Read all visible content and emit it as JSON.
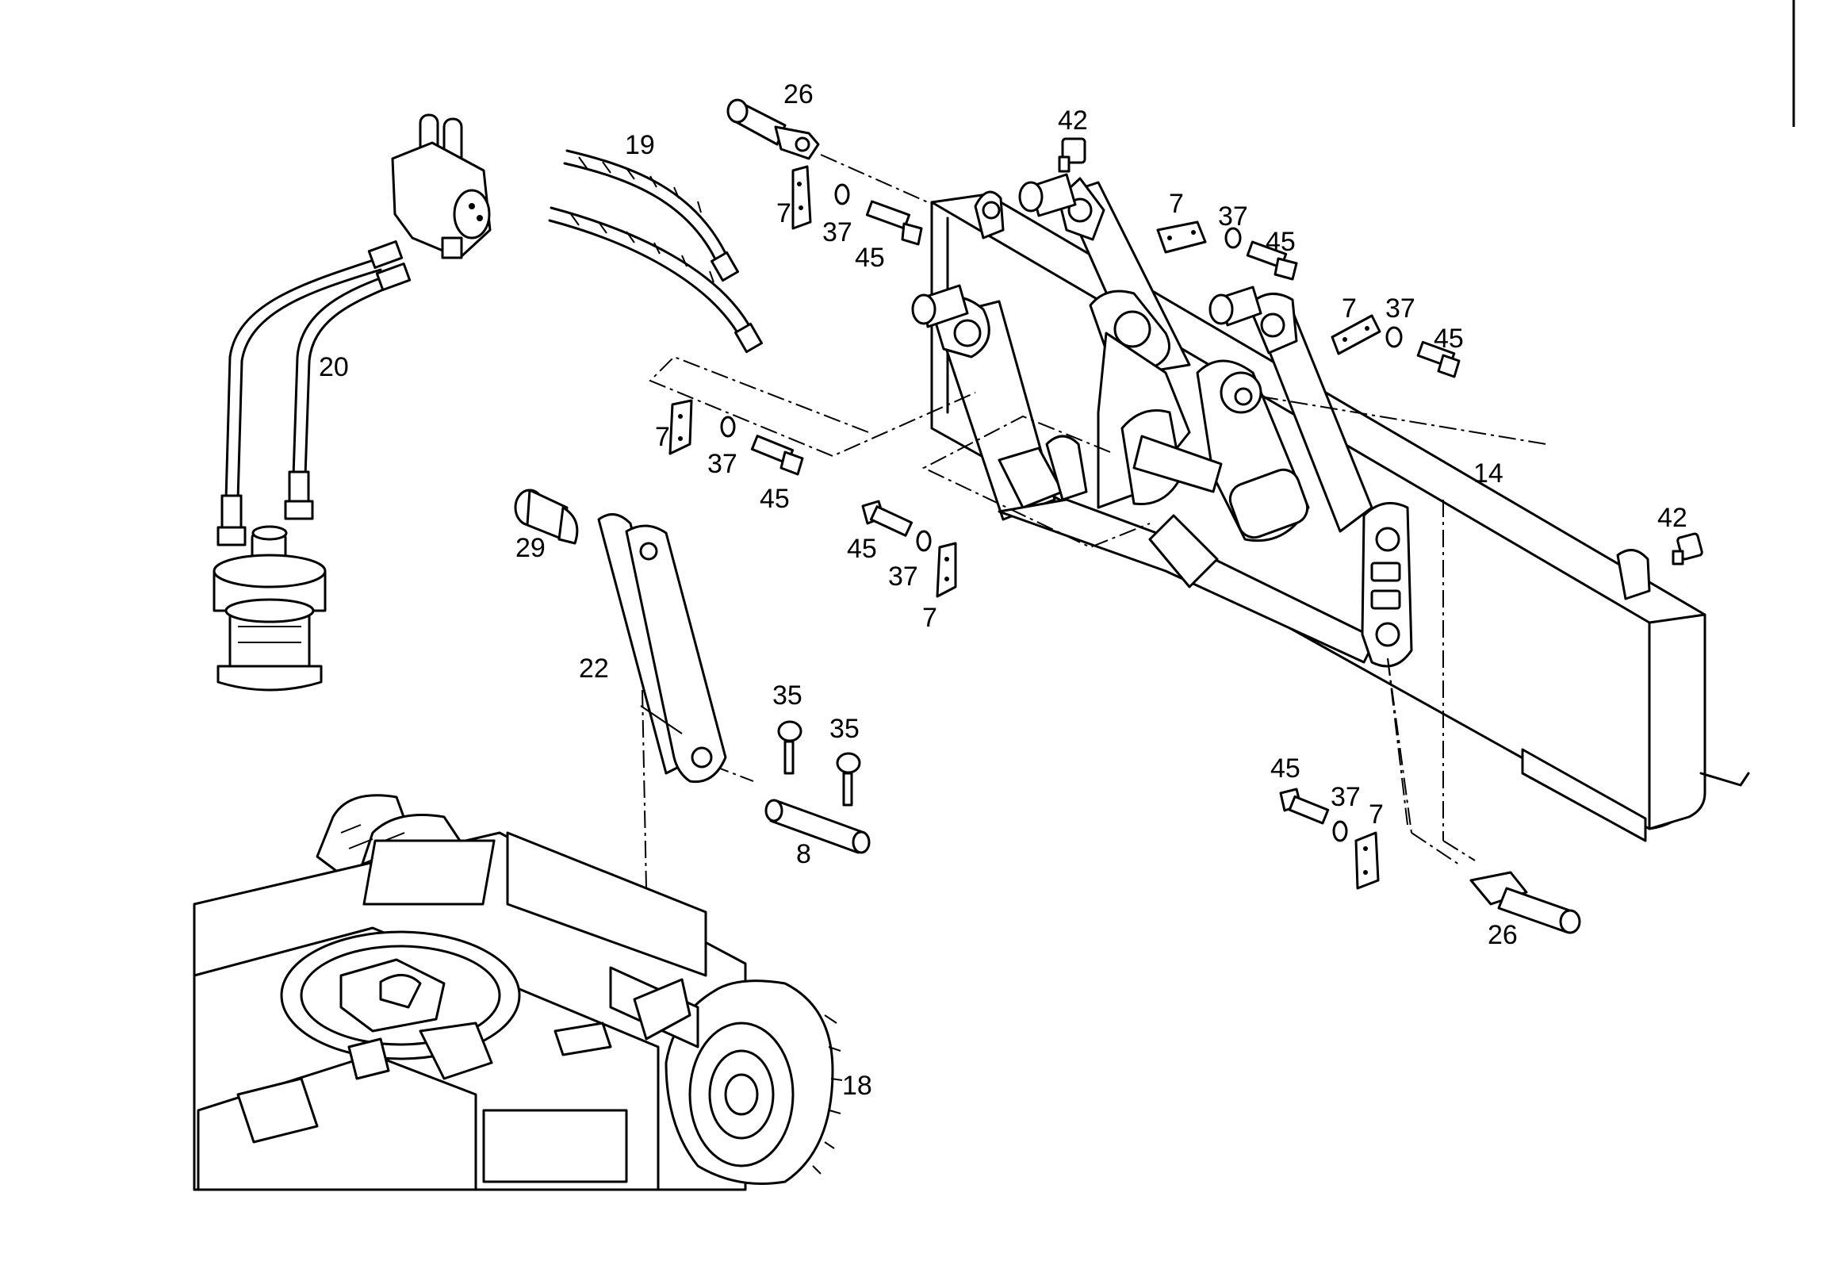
{
  "labels": {
    "p26_top": "26",
    "p19": "19",
    "p42_top": "42",
    "p7_a": "7",
    "p37_a": "37",
    "p45_a": "45",
    "p7_b": "7",
    "p37_b": "37",
    "p45_b": "45",
    "p7_c": "7",
    "p37_c": "37",
    "p45_c": "45",
    "p20": "20",
    "p7_d": "7",
    "p37_d": "37",
    "p45_d": "45",
    "p14": "14",
    "p42_right": "42",
    "p29": "29",
    "p45_e": "45",
    "p37_e": "37",
    "p7_e": "7",
    "p22": "22",
    "p35_a": "35",
    "p35_b": "35",
    "p8": "8",
    "p45_f": "45",
    "p37_f": "37",
    "p7_f": "7",
    "p26_bottom": "26",
    "p18": "18"
  }
}
